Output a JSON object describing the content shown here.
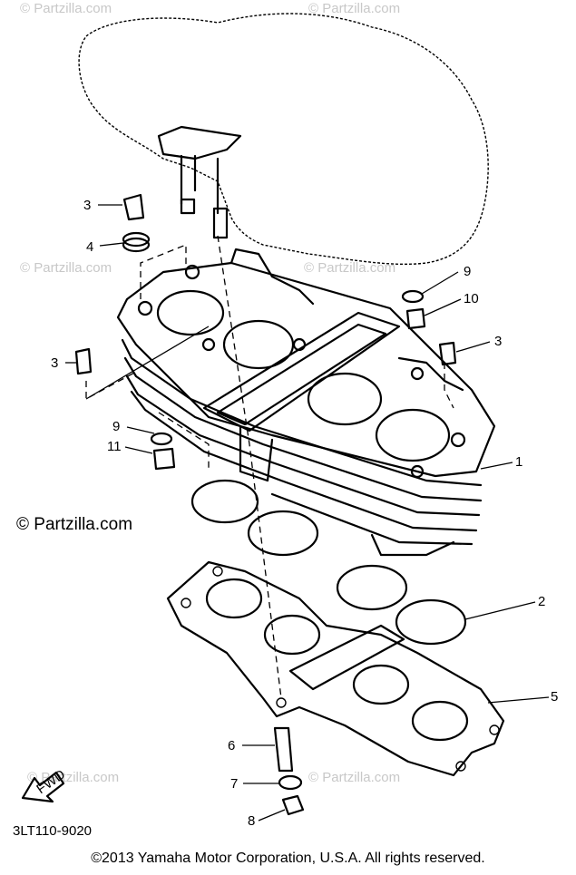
{
  "diagram": {
    "part_code": "3LT110-9020",
    "fwd_label": "FWD",
    "watermark_large": "© Partzilla.com",
    "watermark_small": "© Partzilla.com",
    "callouts": {
      "c1": "1",
      "c2": "2",
      "c3a": "3",
      "c3b": "3",
      "c3c": "3",
      "c4": "4",
      "c5": "5",
      "c6": "6",
      "c7": "7",
      "c8": "8",
      "c9a": "9",
      "c9b": "9",
      "c10": "10",
      "c11": "11"
    }
  },
  "footer": {
    "copyright": "©2013  Yamaha Motor Corporation, U.S.A. All rights reserved."
  }
}
